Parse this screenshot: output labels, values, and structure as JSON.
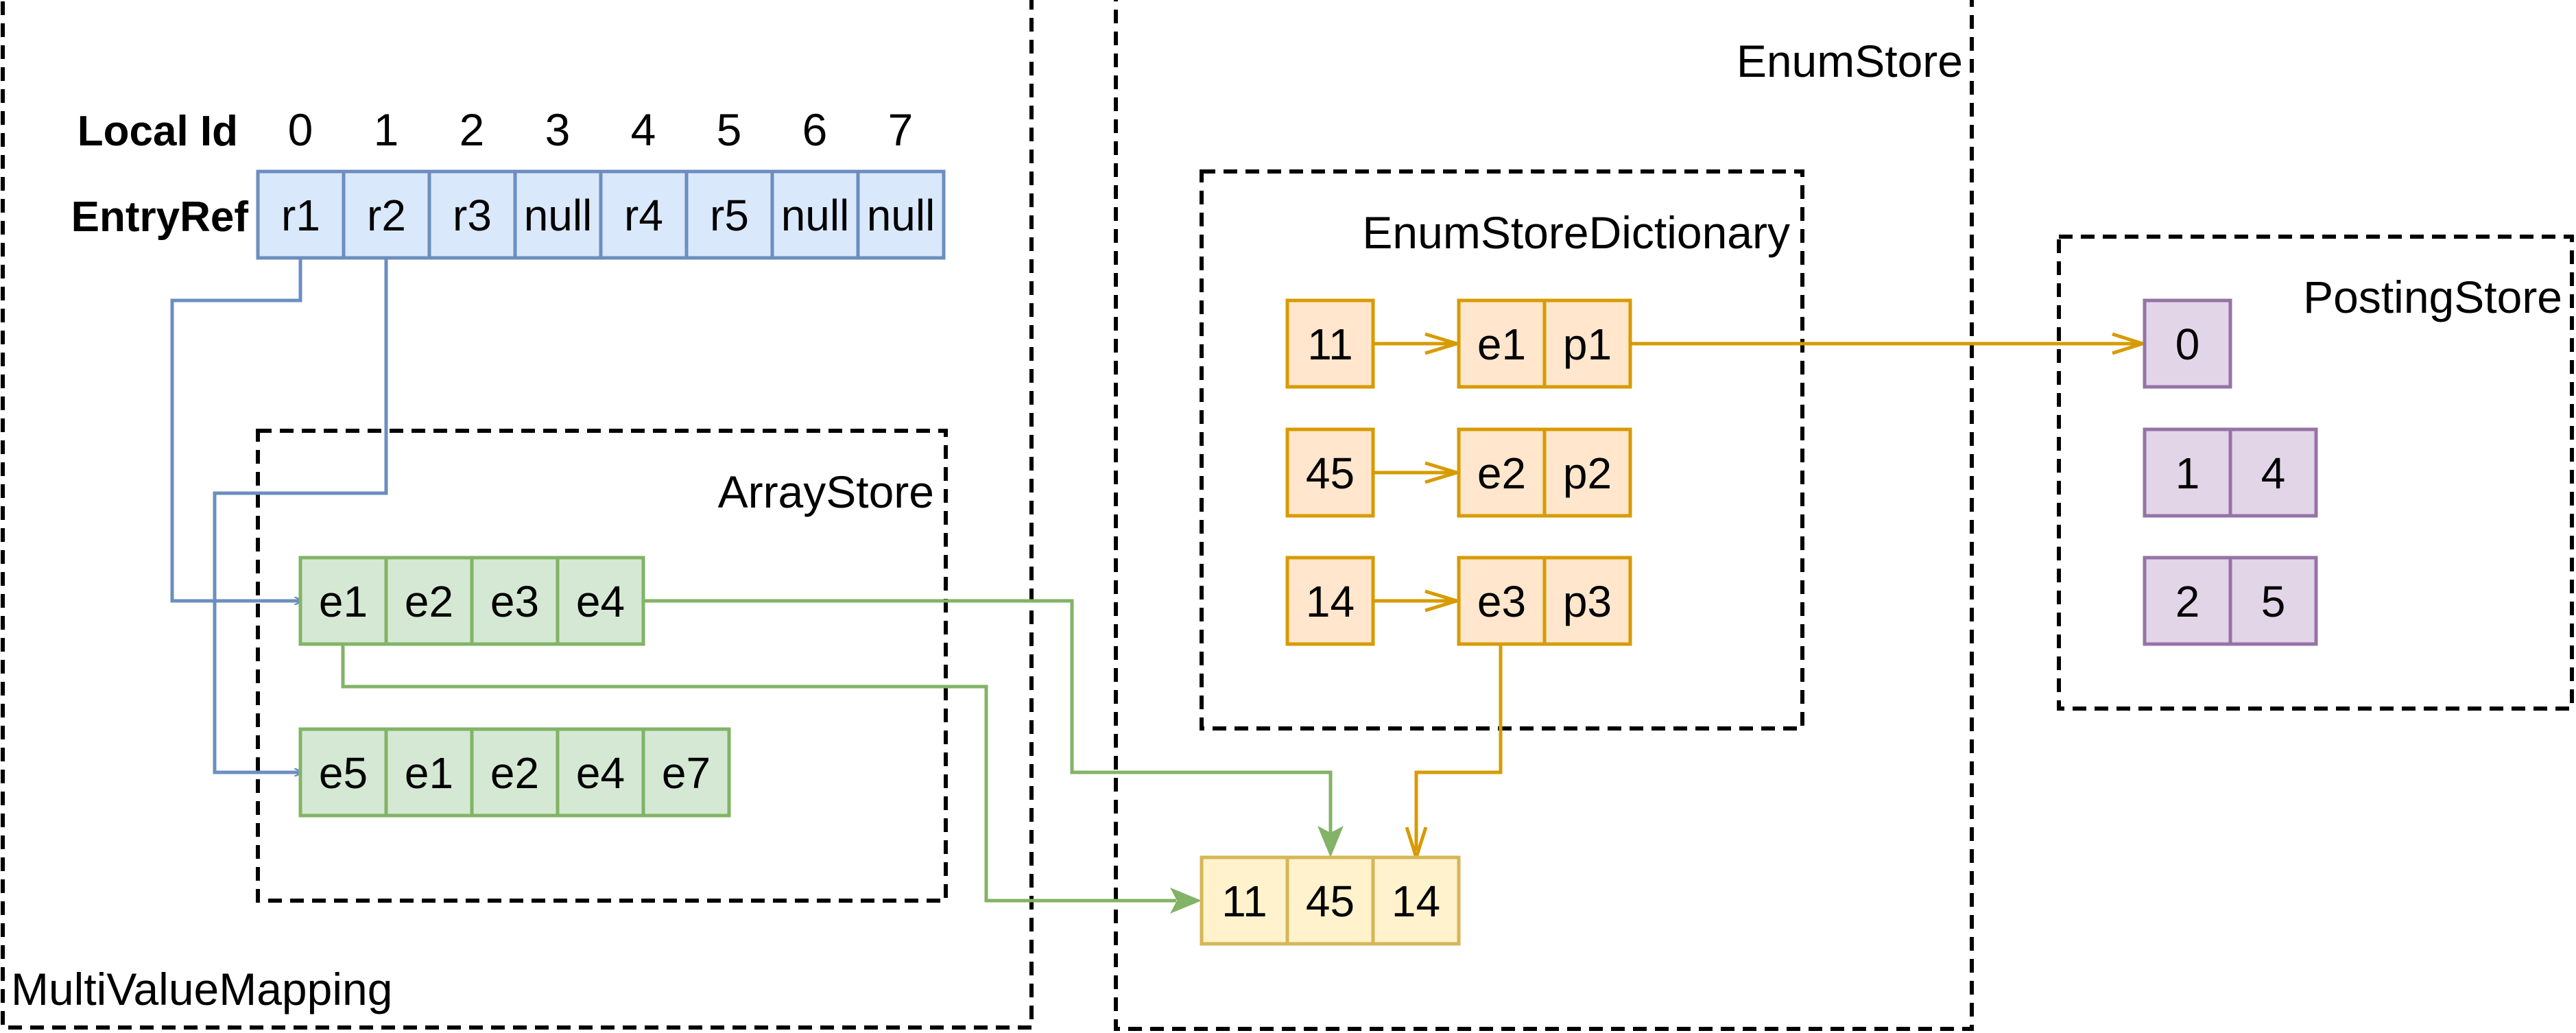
{
  "colors": {
    "blue_fill": "#dae8fc",
    "blue_stroke": "#6c8ebf",
    "green_fill": "#d5e8d4",
    "green_stroke": "#82b366",
    "orange_fill": "#ffe6cc",
    "orange_stroke": "#d79b00",
    "yellow_fill": "#fff2cc",
    "yellow_stroke": "#d6b656",
    "purple_fill": "#e1d5e7",
    "purple_stroke": "#9673a6"
  },
  "multi_value_mapping": {
    "title": "MultiValueMapping",
    "local_id_label": "Local Id",
    "entry_ref_label": "EntryRef",
    "local_ids": [
      "0",
      "1",
      "2",
      "3",
      "4",
      "5",
      "6",
      "7"
    ],
    "entry_refs": [
      "r1",
      "r2",
      "r3",
      "null",
      "r4",
      "r5",
      "null",
      "null"
    ]
  },
  "array_store": {
    "title": "ArrayStore",
    "arrays": [
      [
        "e1",
        "e2",
        "e3",
        "e4"
      ],
      [
        "e5",
        "e1",
        "e2",
        "e4",
        "e7"
      ]
    ]
  },
  "enum_store": {
    "title": "EnumStore",
    "dictionary_title": "EnumStoreDictionary",
    "dictionary": [
      {
        "key": "11",
        "enum": "e1",
        "posting": "p1"
      },
      {
        "key": "45",
        "enum": "e2",
        "posting": "p2"
      },
      {
        "key": "14",
        "enum": "e3",
        "posting": "p3"
      }
    ],
    "values": [
      "11",
      "45",
      "14"
    ]
  },
  "posting_store": {
    "title": "PostingStore",
    "lists": [
      [
        "0"
      ],
      [
        "1",
        "4"
      ],
      [
        "2",
        "5"
      ]
    ]
  }
}
